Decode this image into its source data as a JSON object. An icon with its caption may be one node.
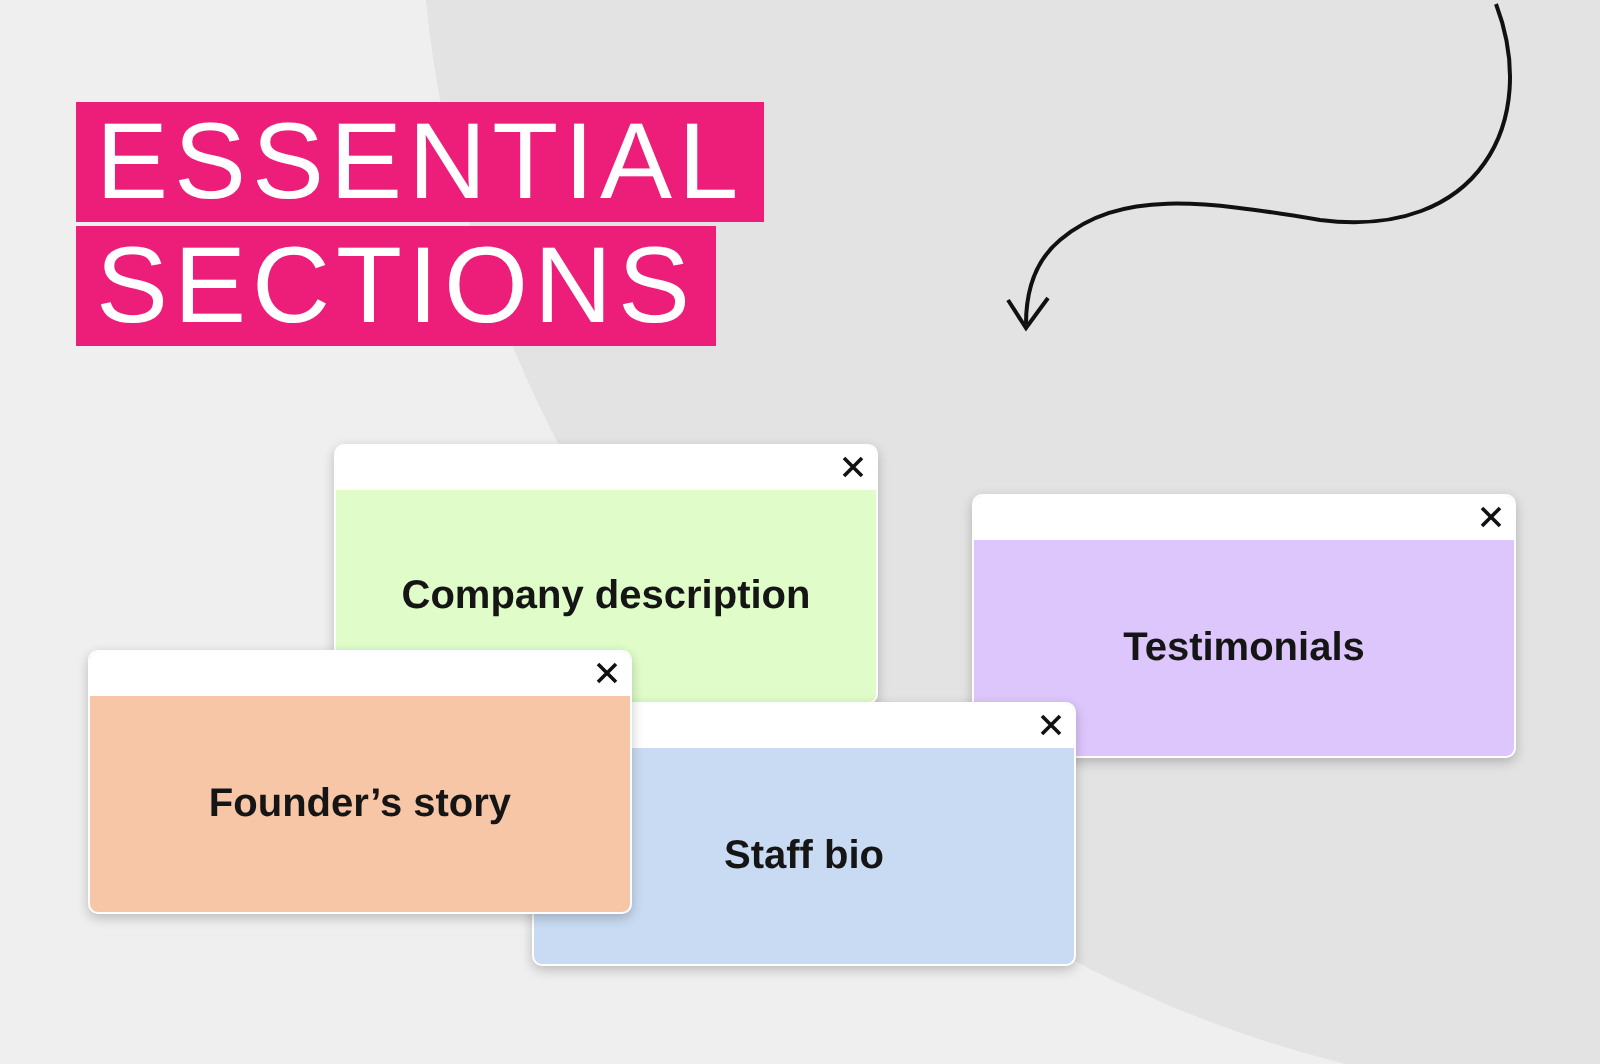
{
  "diagram": {
    "title": "ESSENTIAL SECTIONS",
    "nodes": [
      {
        "text": [
          "Company description"
        ]
      },
      {
        "text": [
          "Testimonials"
        ]
      },
      {
        "text": [
          "Founder’s story"
        ]
      },
      {
        "text": [
          "Staff bio"
        ]
      }
    ]
  }
}
